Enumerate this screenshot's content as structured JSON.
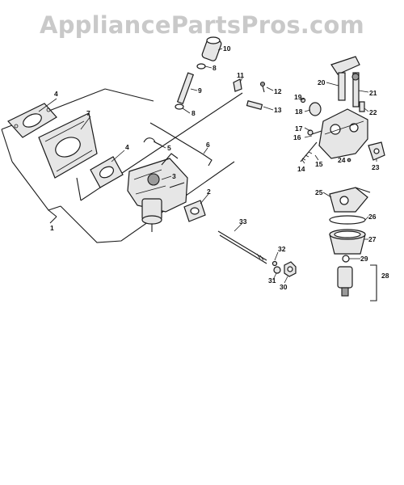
{
  "watermark": "AppliancePartsPros.com",
  "callouts": [
    {
      "id": "c1",
      "text": "1"
    },
    {
      "id": "c2",
      "text": "2"
    },
    {
      "id": "c3",
      "text": "3"
    },
    {
      "id": "c4a",
      "text": "4"
    },
    {
      "id": "c4b",
      "text": "4"
    },
    {
      "id": "c5",
      "text": "5"
    },
    {
      "id": "c6",
      "text": "6"
    },
    {
      "id": "c7",
      "text": "7"
    },
    {
      "id": "c8a",
      "text": "8"
    },
    {
      "id": "c8b",
      "text": "8"
    },
    {
      "id": "c9",
      "text": "9"
    },
    {
      "id": "c10",
      "text": "10"
    },
    {
      "id": "c11",
      "text": "11"
    },
    {
      "id": "c12",
      "text": "12"
    },
    {
      "id": "c13",
      "text": "13"
    },
    {
      "id": "c14",
      "text": "14"
    },
    {
      "id": "c15",
      "text": "15"
    },
    {
      "id": "c16",
      "text": "16"
    },
    {
      "id": "c17",
      "text": "17"
    },
    {
      "id": "c18",
      "text": "18"
    },
    {
      "id": "c19",
      "text": "19"
    },
    {
      "id": "c20",
      "text": "20"
    },
    {
      "id": "c21",
      "text": "21"
    },
    {
      "id": "c22",
      "text": "22"
    },
    {
      "id": "c23",
      "text": "23"
    },
    {
      "id": "c24",
      "text": "24"
    },
    {
      "id": "c25",
      "text": "25"
    },
    {
      "id": "c26",
      "text": "26"
    },
    {
      "id": "c27",
      "text": "27"
    },
    {
      "id": "c28",
      "text": "28"
    },
    {
      "id": "c29",
      "text": "29"
    },
    {
      "id": "c30",
      "text": "30"
    },
    {
      "id": "c31",
      "text": "31"
    },
    {
      "id": "c32",
      "text": "32"
    },
    {
      "id": "c33",
      "text": "33"
    }
  ]
}
